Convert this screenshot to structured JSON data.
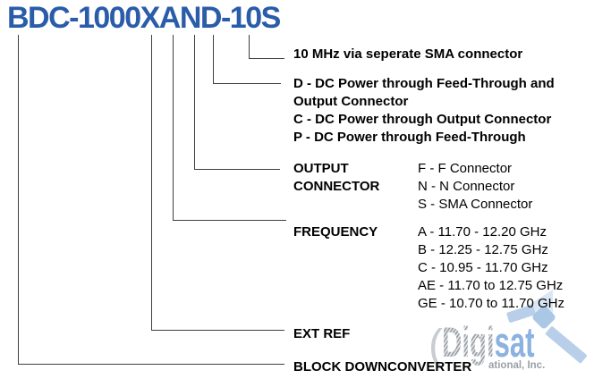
{
  "title": "BDC-1000XAND-10S",
  "colors": {
    "title_blue": "#2a5caa",
    "line_gray": "#3f3f3f",
    "watermark_gray": "#b7babf",
    "watermark_blue": "#8cb2df"
  },
  "branches": {
    "ten_mhz": {
      "label": "10 MHz via seperate SMA connector"
    },
    "dc_power": {
      "lines": [
        "D - DC Power through Feed-Through and",
        "Output Connector",
        "C - DC Power through Output Connector",
        "P - DC Power through Feed-Through"
      ]
    },
    "output_connector": {
      "label_line1": "OUTPUT",
      "label_line2": "CONNECTOR",
      "options": [
        "F - F Connector",
        "N - N Connector",
        "S - SMA Connector"
      ]
    },
    "frequency": {
      "label": "FREQUENCY",
      "options": [
        "A - 11.70 - 12.20 GHz",
        "B - 12.25 - 12.75 GHz",
        "C - 10.95 - 11.70 GHz",
        "AE - 11.70 to 12.75 GHz",
        "GE - 10.70 to 11.70 GHz"
      ]
    },
    "ext_ref": {
      "label": "EXT REF"
    },
    "block_downconverter": {
      "label": "BLOCK DOWNCONVERTER"
    }
  },
  "watermark": {
    "paren": "(",
    "brand_part1": "Digi",
    "brand_part2": "sat",
    "suffix": "ational, Inc."
  }
}
